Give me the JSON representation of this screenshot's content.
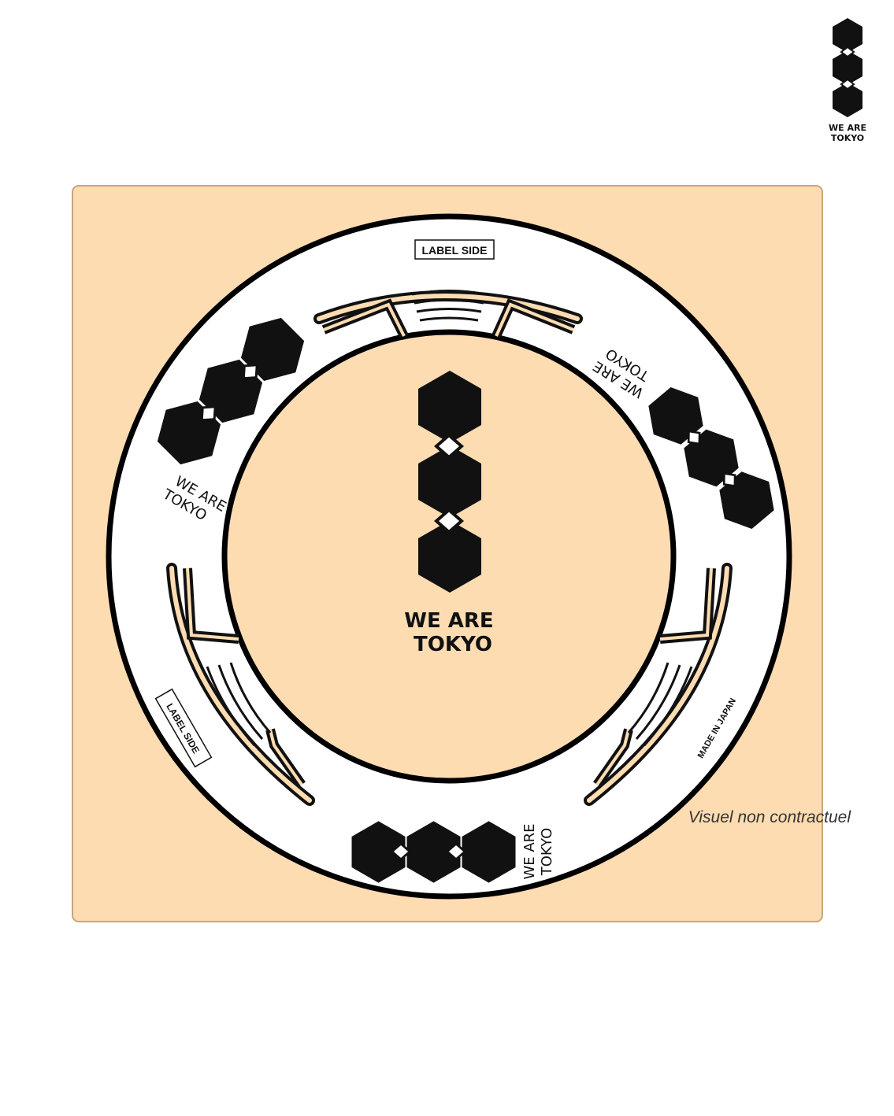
{
  "brand": {
    "line1": "WE ARE",
    "line2": "TOKYO"
  },
  "mat": {
    "color": "#fddcb2",
    "ring_color": "#ffffff",
    "outline_color": "#000000",
    "label_side": "LABEL SIDE",
    "made_in": "MADE IN JAPAN",
    "center": {
      "line1": "WE ARE",
      "line2": "TOKYO"
    },
    "ring_logo_text": {
      "line1": "WE ARE",
      "line2": "TOKYO"
    }
  },
  "disclaimer": "Visuel non contractuel"
}
